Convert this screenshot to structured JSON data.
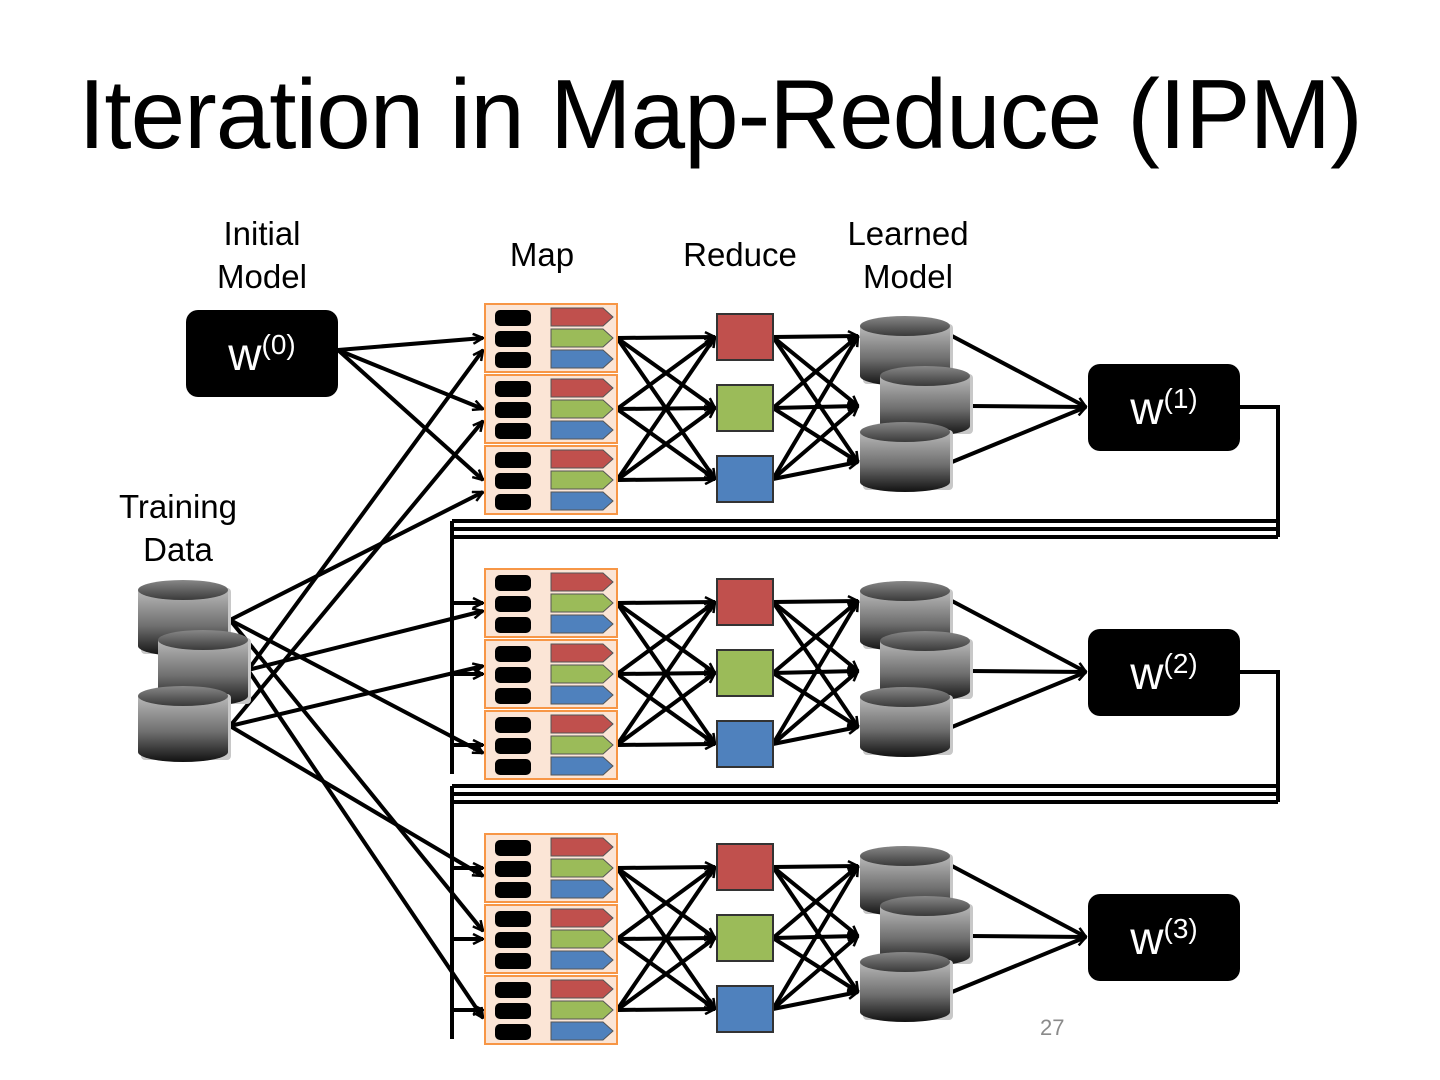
{
  "slide": {
    "title": "Iteration in Map-Reduce (IPM)",
    "page_number": "27"
  },
  "labels": {
    "initial_model": "Initial\nModel",
    "map": "Map",
    "reduce": "Reduce",
    "learned_model": "Learned\nModel",
    "training_data": "Training\nData"
  },
  "models": [
    {
      "base": "w",
      "sup": "(0)"
    },
    {
      "base": "w",
      "sup": "(1)"
    },
    {
      "base": "w",
      "sup": "(2)"
    },
    {
      "base": "w",
      "sup": "(3)"
    }
  ],
  "iterations": 3,
  "mappers_per_iteration": 3,
  "reducers_per_iteration": 3,
  "colors": {
    "reducer_red": "#c0504d",
    "reducer_green": "#9bbb59",
    "reducer_blue": "#4f81bd",
    "mapper_fill": "#fbe5d6",
    "mapper_border": "#f79646",
    "model_box": "#000000"
  }
}
